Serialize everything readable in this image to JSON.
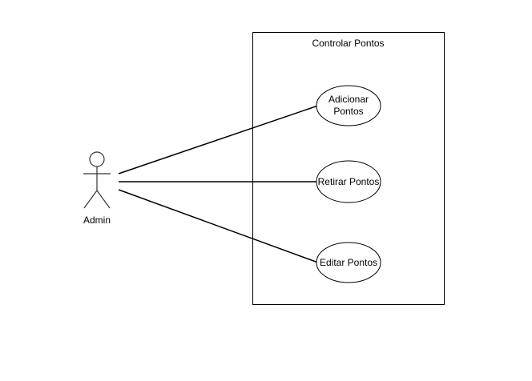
{
  "system": {
    "title": "Controlar Pontos"
  },
  "actor": {
    "name": "Admin"
  },
  "use_cases": [
    {
      "label": "Adicionar Pontos"
    },
    {
      "label": "Retirar Pontos"
    },
    {
      "label": "Editar Pontos"
    }
  ],
  "colors": {
    "stroke": "#000000",
    "actor_stroke": "#333333",
    "background": "#ffffff"
  }
}
